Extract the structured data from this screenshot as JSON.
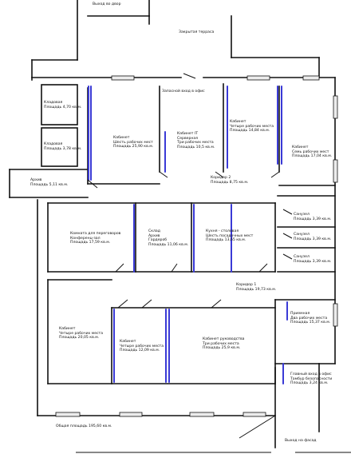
{
  "labels": {
    "exit_yard": "Выход во двор",
    "covered_terrace": "Закрытая терраса",
    "back_entrance": "Запасной вход в офис",
    "pantry1": {
      "name": "Кладовая",
      "area": "Площадь  4,70 кв.м."
    },
    "pantry2": {
      "name": "Кладовая",
      "area": "Площадь  3,78 кв.м."
    },
    "archive1": {
      "name": "Архив",
      "area": "Площадь  5,11 кв.м."
    },
    "cab_six": {
      "name": "Кабинет",
      "desc": "Шесть рабочих мест",
      "area": "Площадь  25,90 кв.м."
    },
    "cab_it": {
      "name": "Кабинет IT",
      "desc1": "Серверная",
      "desc2": "Три рабочих места",
      "area": "Площадь  10,5 кв.м."
    },
    "cab_four_top": {
      "name": "Кабинет",
      "desc": "Четыре рабочих места",
      "area": "Площадь  14,84 кв.м."
    },
    "cab_seven": {
      "name": "Кабинет",
      "desc": "Семь рабочих мест",
      "area": "Площадь  17,04 кв.м."
    },
    "corridor2": {
      "name": "Коридор 2",
      "area": "Площадь  8,75 кв.м."
    },
    "meeting": {
      "name": "Комната для переговоров",
      "desc": "Конференц-зал",
      "area": "Площадь  17,59 кв.м."
    },
    "wardrobe": {
      "name": "Склад",
      "desc1": "Архив",
      "desc2": "Гардероб",
      "area": "Площадь  11,06 кв.м."
    },
    "kitchen": {
      "name": "Кухня - столовая",
      "desc": "Шесть посадочных мест",
      "area": "Площадь  13,65 кв.м."
    },
    "wc1": {
      "name": "Санузел",
      "area": "Площадь  3,39 кв.м."
    },
    "wc2": {
      "name": "Санузел",
      "area": "Площадь  3,39 кв.м."
    },
    "wc3": {
      "name": "Санузел",
      "area": "Площадь  3,39 кв.м."
    },
    "corridor1": {
      "name": "Коридор 1",
      "area": "Площадь  19,73 кв.м."
    },
    "cab_four_left": {
      "name": "Кабинет",
      "desc": "Четыре рабочих места",
      "area": "Площадь  20,05 кв.м."
    },
    "cab_four_mid": {
      "name": "Кабинет",
      "desc": "Четыре рабочих места",
      "area": "Площадь  12,09 кв.м."
    },
    "cab_head": {
      "name": "Кабинет руководства",
      "desc": "Три рабочих места",
      "area": "Площадь  25,9 кв.м."
    },
    "reception": {
      "name": "Приемная",
      "desc": "Два рабочих места",
      "area": "Площадь  15,37 кв.м."
    },
    "main_entrance": {
      "name": "Главный вход в офис",
      "desc": "Тамбур безопасности",
      "area": "Площадь  3,24 кв.м."
    },
    "total_area": "Общая площадь  195,60 кв.м.",
    "exit_facade": "Выход на фасад"
  },
  "colors": {
    "walls": "#111111",
    "partitions": "#3a3ad6",
    "windows": "#ececec",
    "background": "#ffffff"
  }
}
